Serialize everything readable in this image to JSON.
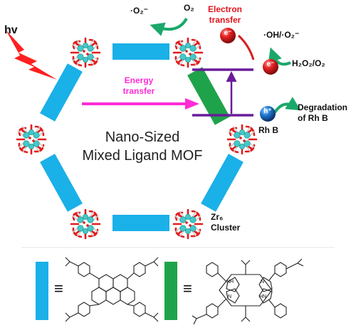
{
  "labels": {
    "hv": "hv",
    "superoxide_top": "·O₂⁻",
    "o2_top": "O₂",
    "electron_transfer_line1": "Electron",
    "electron_transfer_line2": "transfer",
    "electron_symbol": "e⁻",
    "radicals": "·OH/·O₂⁻",
    "h2o2_o2": "H₂O₂/O₂",
    "energy_transfer_line1": "Energy",
    "energy_transfer_line2": "transfer",
    "hole_symbol": "h⁺",
    "degradation_line1": "Degradation",
    "degradation_line2": "of Rh B",
    "rhb": "Rh B",
    "mof_line1": "Nano-Sized",
    "mof_line2": "Mixed Ligand MOF",
    "zr6_line1": "Zr₆",
    "zr6_line2": "Cluster",
    "equiv_symbol": "≡",
    "pyrrole_nh": "NH",
    "pyrrole_n": "N",
    "pyrrole_n2": "N",
    "pyrrole_hn": "HN"
  },
  "colors": {
    "blue_linker": "#1ab0e8",
    "green_linker": "#1fa34a",
    "energy_arrow": "#ff2bd6",
    "electron_text": "#e3131b",
    "hv_bolt": "#ff2020",
    "band_lines": "#6a1b9a",
    "green_arrows": "#1aa86a",
    "electron_ball": "#d81e1e",
    "hole_ball": "#1570c8",
    "cluster_oxygen": "#e21b1b",
    "cluster_zr": "#46c8c8"
  },
  "icons": {
    "lightning": "lightning-icon",
    "electron": "electron-sphere-icon",
    "hole": "hole-sphere-icon",
    "cluster": "zr6-cluster-icon"
  }
}
